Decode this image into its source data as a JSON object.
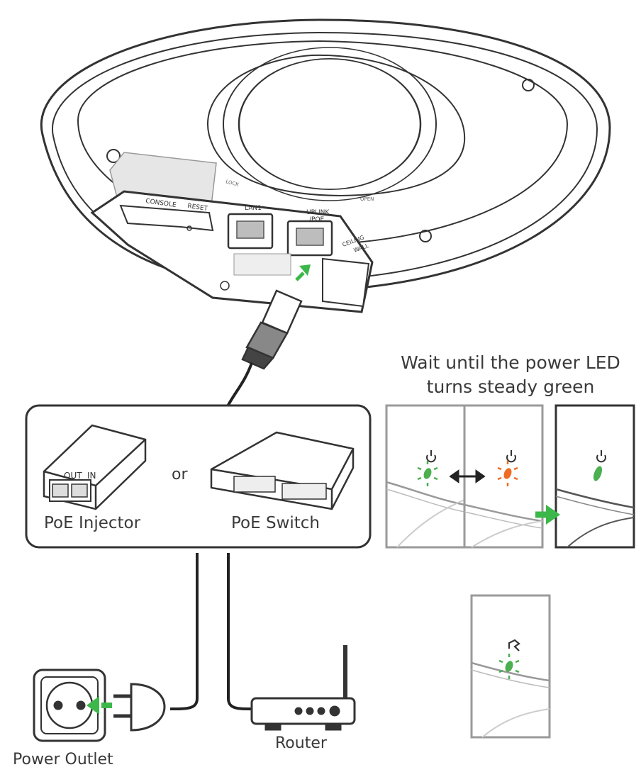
{
  "device": {
    "port_labels": {
      "console": "CONSOLE",
      "reset": "RESET",
      "lan1": "LAN1",
      "uplink": "UPLINK",
      "poe": "/POE",
      "ceiling": "CEILING",
      "wall": "WALL",
      "lock": "LOCK",
      "open": "OPEN"
    }
  },
  "instructions": {
    "wait_line1": "Wait until the power LED",
    "wait_line2": "turns steady green"
  },
  "power_source": {
    "injector_label": "PoE Injector",
    "injector_out": "OUT",
    "injector_in": "IN",
    "or_label": "or",
    "switch_label": "PoE Switch"
  },
  "router": {
    "label": "Router"
  },
  "outlet": {
    "label": "Power Outlet"
  },
  "colors": {
    "led_green": "#4caf50",
    "led_orange": "#ef6c22",
    "arrow_green": "#3cb84a",
    "line": "#333333",
    "panel_grey": "#9a9a9a"
  },
  "icons": [
    "power-icon",
    "cloud-icon",
    "double-arrow-icon",
    "arrow-right-icon",
    "arrow-up-icon",
    "arrow-left-icon"
  ]
}
